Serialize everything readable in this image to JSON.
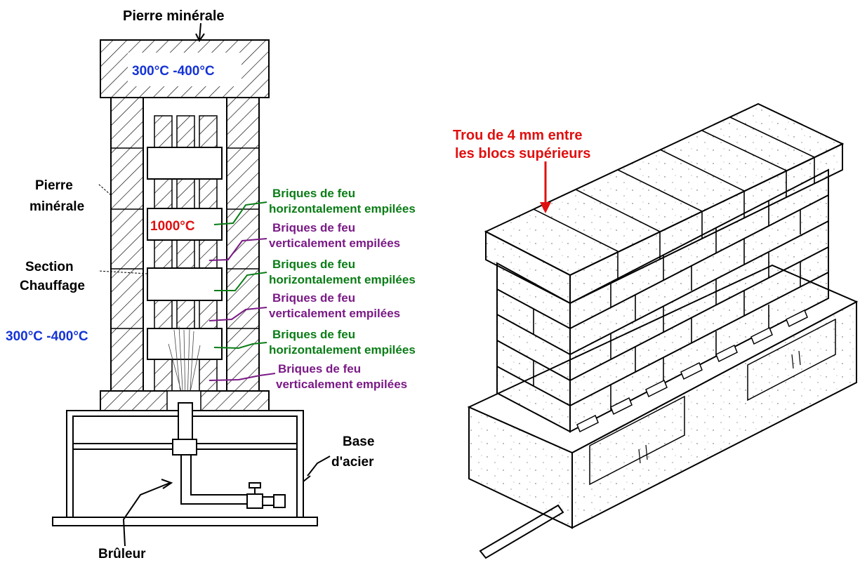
{
  "left_diagram": {
    "top_label": "Pierre minérale",
    "top_temp": "300°C -400°C",
    "side_label": [
      "Pierre",
      "minérale"
    ],
    "section_label": [
      "Section",
      "Chauffage"
    ],
    "side_temp": "300°C -400°C",
    "hot_temp": "1000°C",
    "brick_labels": [
      {
        "line1": "Briques de feu",
        "line2": "horizontalement empilées",
        "kind": "horizontal"
      },
      {
        "line1": "Briques de feu",
        "line2": "verticalement empilées",
        "kind": "vertical"
      },
      {
        "line1": "Briques de feu",
        "line2": "horizontalement empilées",
        "kind": "horizontal"
      },
      {
        "line1": "Briques de feu",
        "line2": "verticalement empilées",
        "kind": "vertical"
      },
      {
        "line1": "Briques de feu",
        "line2": "horizontalement empilées",
        "kind": "horizontal"
      },
      {
        "line1": "Briques de feu",
        "line2": "verticalement empilées",
        "kind": "vertical"
      }
    ],
    "base_label": [
      "Base",
      "d'acier"
    ],
    "burner_label": "Brûleur"
  },
  "right_diagram": {
    "gap_label": [
      "Trou de 4 mm entre",
      "les blocs supérieurs"
    ]
  },
  "colors": {
    "horizontal": "#0a7d16",
    "vertical": "#7a1a86",
    "temperature": "#1533d6",
    "hot": "#e01010"
  }
}
